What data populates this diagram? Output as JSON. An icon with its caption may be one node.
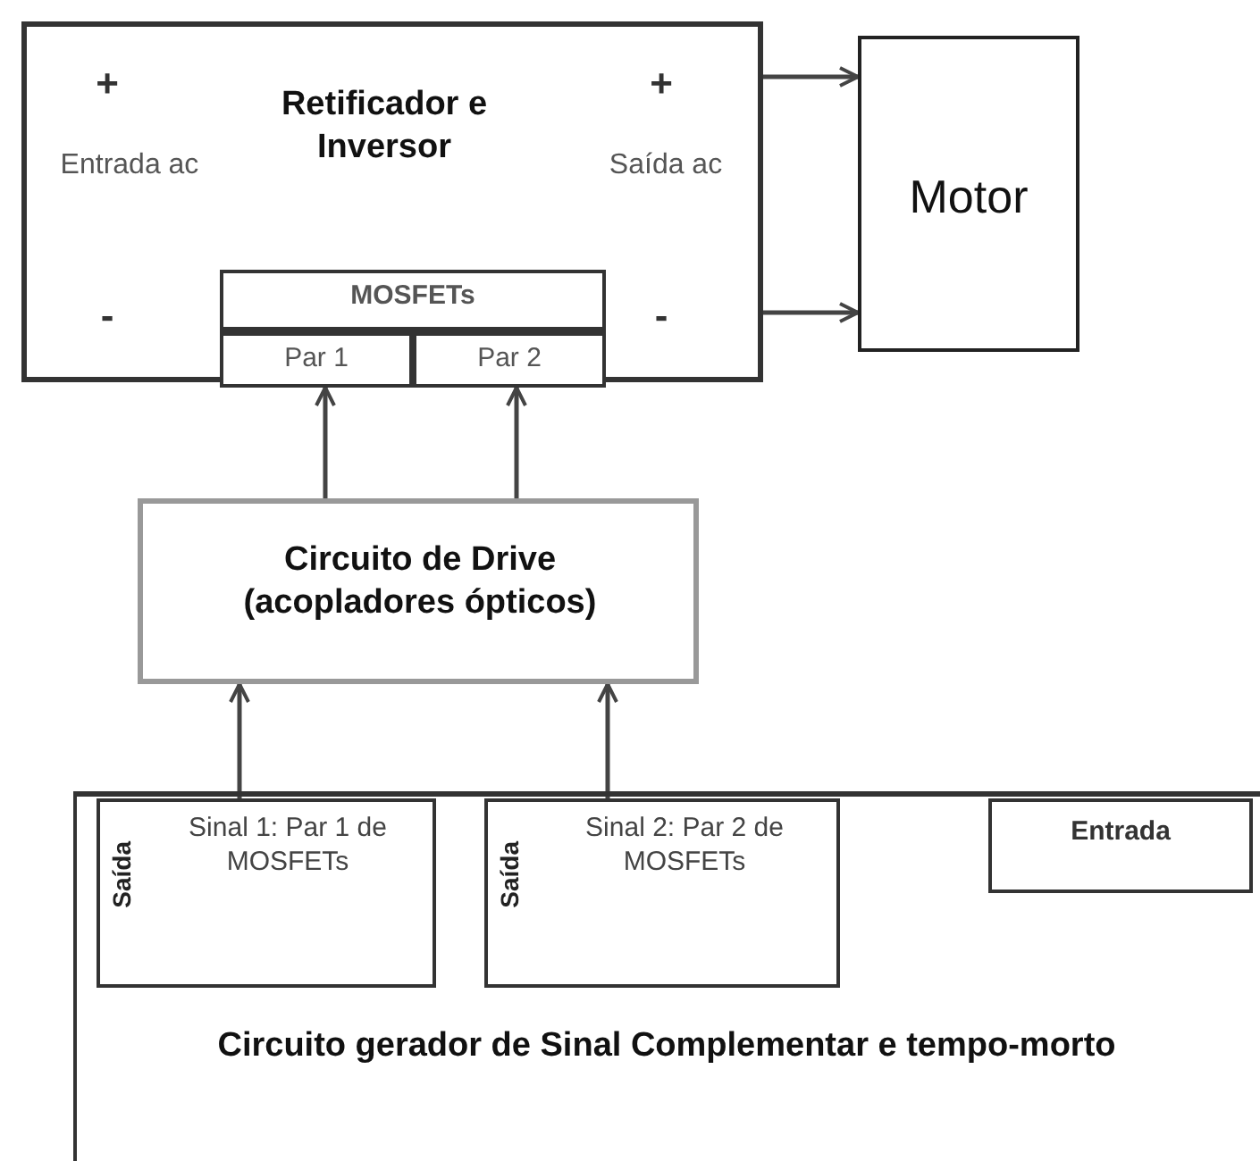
{
  "diagram": {
    "nodes": [
      {
        "text": [
          "Retificador e Inversor",
          "+",
          "Entrada ac",
          "-",
          "+",
          "Saída ac",
          "-"
        ]
      },
      {
        "text": [
          "MOSFETs"
        ],
        "in": 0
      },
      {
        "text": [
          "Par 1"
        ],
        "in": 1
      },
      {
        "text": [
          "Par 2"
        ],
        "in": 1
      },
      {
        "text": [
          "Motor"
        ]
      },
      {
        "text": [
          "Circuito de Drive (acopladores ópticos)"
        ]
      },
      {
        "text": [
          "Circuito gerador de Sinal Complementar e tempo-morto"
        ]
      },
      {
        "text": [
          "Saída",
          "Sinal 1: Par 1 de MOSFETs"
        ],
        "in": 6
      },
      {
        "text": [
          "Saída",
          "Sinal 2: Par 2 de MOSFETs"
        ],
        "in": 6
      },
      {
        "text": [
          "Entrada"
        ],
        "in": 6
      }
    ],
    "edges": [
      {
        "from": 0,
        "to": 4,
        "arrow": "to"
      },
      {
        "from": 0,
        "to": 4,
        "arrow": "to"
      },
      {
        "from": 5,
        "to": 2,
        "arrow": "to"
      },
      {
        "from": 5,
        "to": 3,
        "arrow": "to"
      },
      {
        "from": 7,
        "to": 5,
        "arrow": "to"
      },
      {
        "from": 8,
        "to": 5,
        "arrow": "to"
      }
    ]
  }
}
